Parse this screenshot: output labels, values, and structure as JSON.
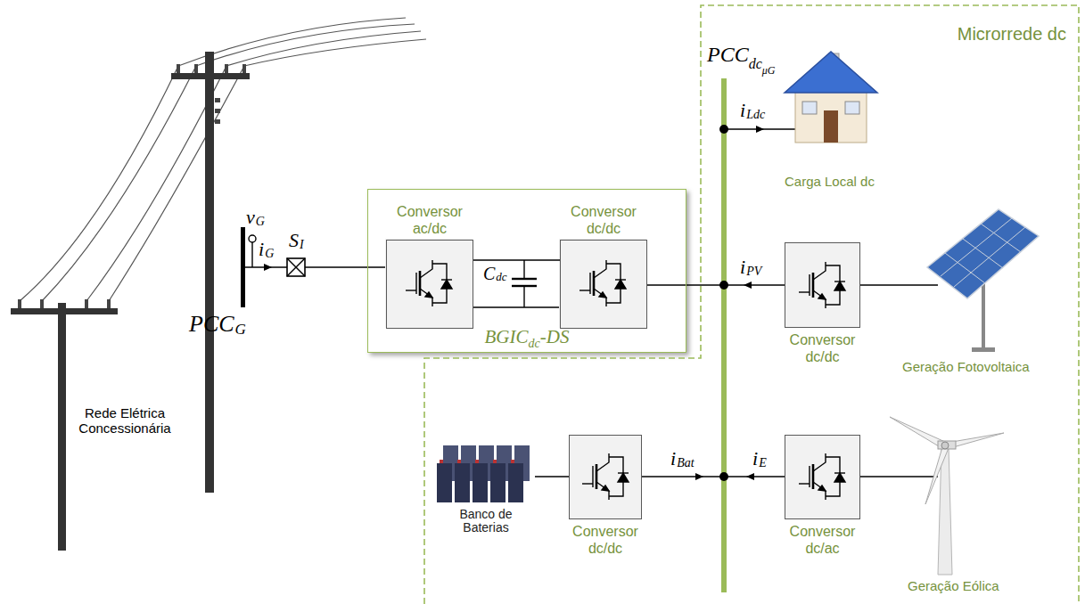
{
  "diagram": {
    "nodes": [
      {
        "text": [
          "BGIC",
          "dc",
          "-DS"
        ]
      },
      {
        "text": [
          "Conversor ac/dc"
        ],
        "in": 0
      },
      {
        "text": [
          "Conversor dc/dc"
        ],
        "in": 0
      },
      {
        "text": [
          "Microrrede dc"
        ]
      },
      {
        "text": [
          "PCC",
          "dc",
          "μG"
        ],
        "in": 3
      },
      {
        "text": [
          "Conversor dc/dc"
        ],
        "in": 3
      },
      {
        "text": [
          "Conversor dc/dc"
        ],
        "in": 3
      },
      {
        "text": [
          "Conversor dc/ac"
        ],
        "in": 3
      }
    ],
    "edges": [
      {
        "from": 1,
        "to": 2,
        "arrow": "none"
      },
      {
        "from": 2,
        "to": 4,
        "arrow": "none"
      },
      {
        "from": 5,
        "to": 4,
        "arrow": "none"
      },
      {
        "from": 6,
        "to": 4,
        "arrow": "none"
      },
      {
        "from": 7,
        "to": 4,
        "arrow": "none"
      }
    ],
    "labels": [
      "v",
      "G",
      "i",
      "G",
      "S",
      "I",
      "PCC",
      "G",
      "C",
      "dc",
      "Rede Elétrica Concessionária",
      "i",
      "Ldc",
      "Carga Local dc",
      "i",
      "PV",
      "Geração Fotovoltaica",
      "Banco de Baterias",
      "i",
      "Bat",
      "i",
      "E",
      "Geração Eólica"
    ]
  }
}
